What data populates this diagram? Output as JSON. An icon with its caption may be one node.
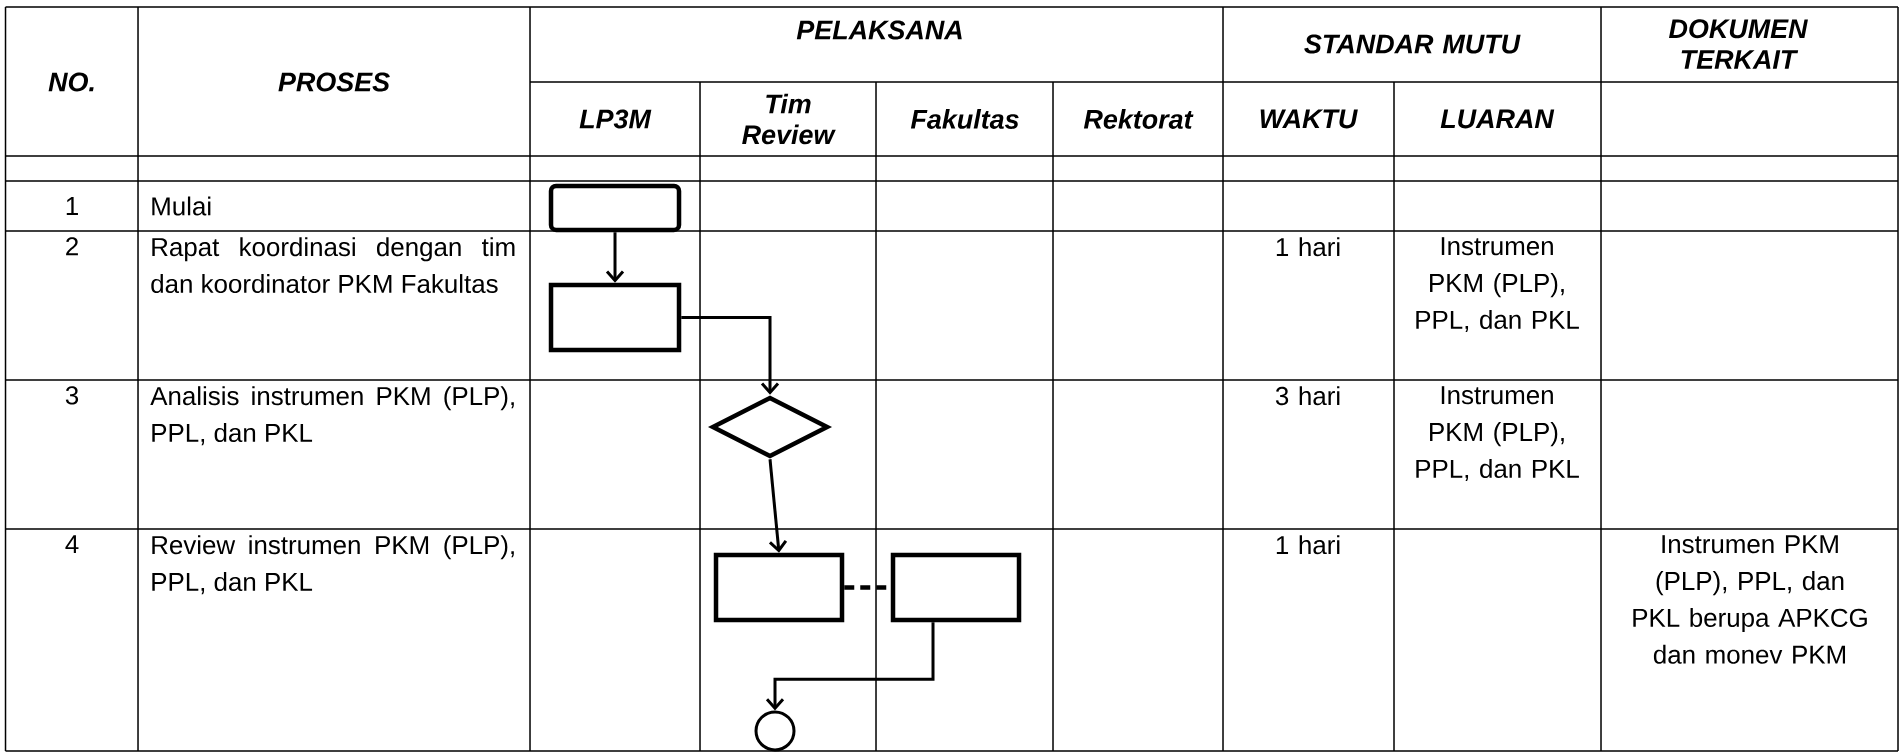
{
  "diagram": {
    "nodes": [
      {
        "text": [],
        "shape": "box"
      },
      {
        "text": [],
        "shape": "box"
      },
      {
        "text": [],
        "shape": "diamond"
      },
      {
        "text": [],
        "shape": "box"
      },
      {
        "text": [],
        "shape": "box"
      },
      {
        "text": [],
        "shape": "circle"
      }
    ],
    "edges": [
      {
        "from": 0,
        "to": 1,
        "arrow": "to"
      },
      {
        "from": 1,
        "to": 2,
        "arrow": "to"
      },
      {
        "from": 2,
        "to": 3,
        "arrow": "to"
      },
      {
        "from": 3,
        "to": 4,
        "arrow": "none",
        "style": "dashed"
      },
      {
        "from": 4,
        "to": 5,
        "arrow": "to"
      }
    ],
    "labels": [
      "NO.",
      "PROSES",
      "PELAKSANA",
      "STANDAR MUTU",
      "DOKUMEN TERKAIT",
      "LP3M",
      "Tim Review",
      "Fakultas",
      "Rektorat",
      "WAKTU",
      "LUARAN",
      "1",
      "Mulai",
      "2",
      "Rapat koordinasi dengan tim dan koordinator PKM Fakultas",
      "1 hari",
      "Instrumen PKM (PLP), PPL, dan PKL",
      "3",
      "Analisis instrumen PKM (PLP), PPL, dan PKL",
      "3 hari",
      "Instrumen PKM (PLP), PPL, dan PKL",
      "4",
      "Review instrumen PKM (PLP), PPL, dan PKL",
      "1 hari",
      "Instrumen PKM (PLP), PPL, dan PKL berupa APKCG dan monev PKM"
    ]
  }
}
